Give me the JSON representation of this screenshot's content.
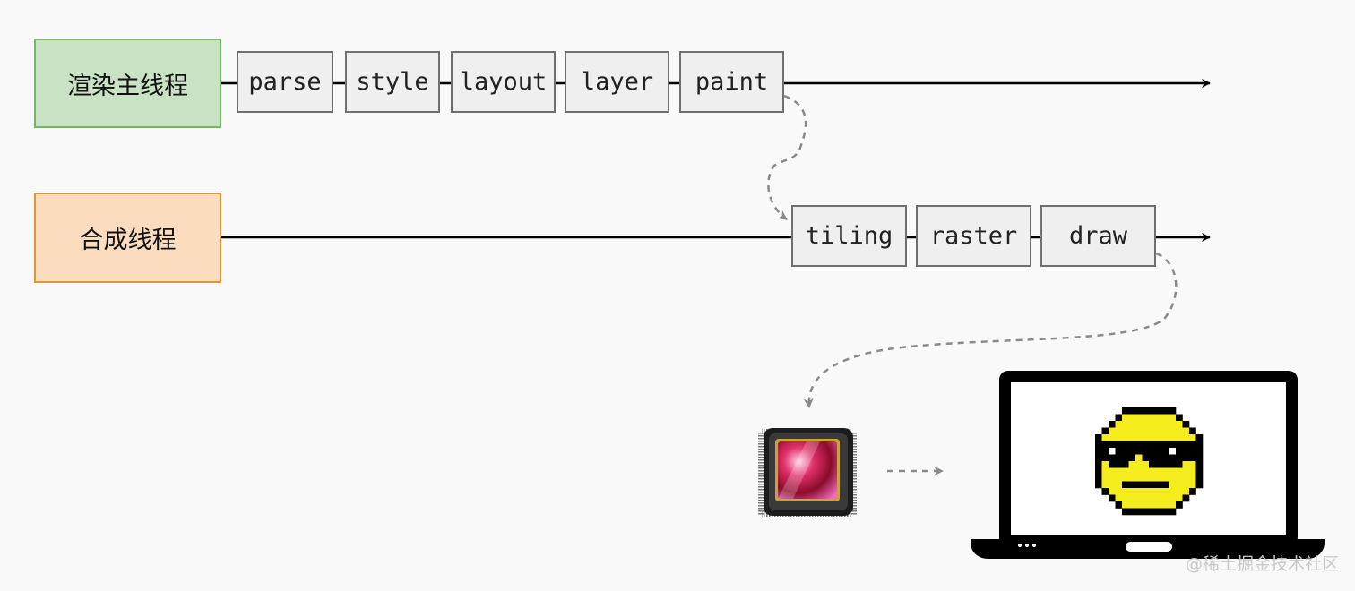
{
  "threads": {
    "main": "渲染主线程",
    "compositor": "合成线程"
  },
  "main_steps": [
    "parse",
    "style",
    "layout",
    "layer",
    "paint"
  ],
  "compositor_steps": [
    "tiling",
    "raster",
    "draw"
  ],
  "icons": {
    "gpu": "gpu-chip-icon",
    "monitor": "laptop-icon",
    "smiley": "sunglasses-smiley-icon"
  },
  "colors": {
    "main_thread_fill": "#c9e2c4",
    "main_thread_border": "#7ab36a",
    "compositor_fill": "#fbdcbe",
    "compositor_border": "#d99a3a",
    "step_fill": "#efefef",
    "smiley_yellow": "#f5ec1e"
  },
  "watermark": "@稀土掘金技术社区"
}
